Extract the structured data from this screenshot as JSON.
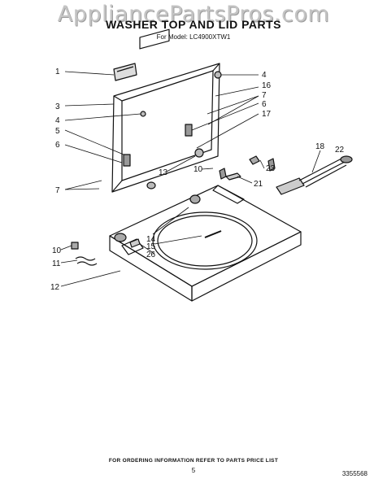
{
  "watermark": "AppliancePartsPros.com",
  "title": "WASHER TOP AND LID PARTS",
  "subtitle": "For Model: LC4900XTW1",
  "footer": "FOR ORDERING INFORMATION REFER TO PARTS PRICE LIST",
  "page_number": "5",
  "document_number": "3355568",
  "callouts": [
    "1",
    "4",
    "16",
    "3",
    "7",
    "6",
    "4",
    "17",
    "5",
    "6",
    "18",
    "22",
    "10",
    "13",
    "23",
    "7",
    "21",
    "10",
    "14",
    "11",
    "15",
    "26",
    "12"
  ]
}
